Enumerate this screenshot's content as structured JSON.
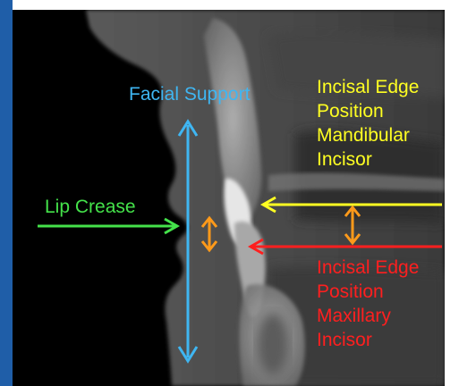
{
  "image": {
    "subject": "CT cross-section of mouth profile with annotation arrows",
    "colors": {
      "frame_blue": "#1f5ea8",
      "facial_support": "#3fb6f2",
      "lip_crease": "#44e24a",
      "mandibular": "#ffff22",
      "maxillary": "#ff1f1f",
      "double_arrow": "#ff9a1a"
    }
  },
  "labels": {
    "facial_support": "Facial Support",
    "lip_crease": "Lip Crease",
    "mandibular": "Incisal Edge\nPosition\nMandibular\nIncisor",
    "maxillary": "Incisal Edge\nPosition\nMaxillary\nIncisor"
  }
}
